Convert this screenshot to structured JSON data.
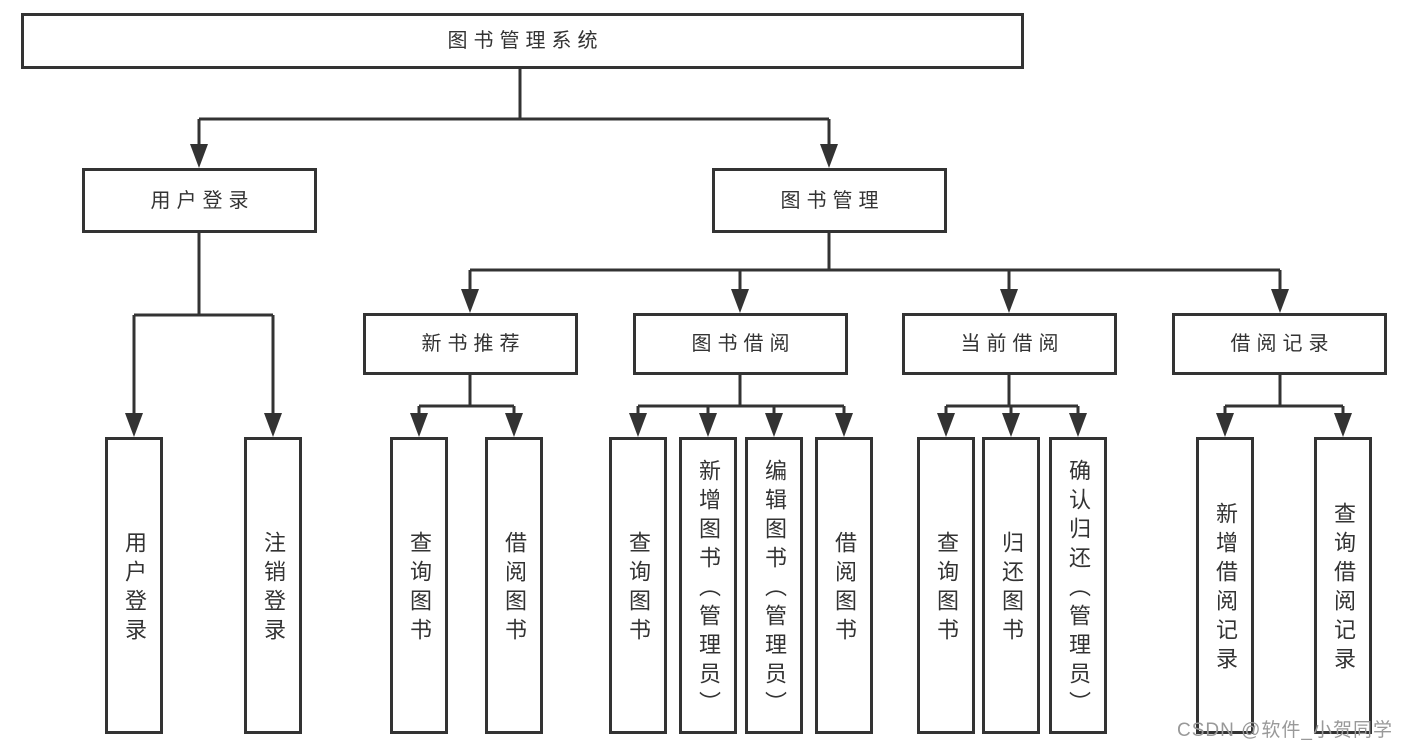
{
  "nodes": {
    "root": "图书管理系统",
    "user_login": "用户登录",
    "book_mgmt": "图书管理",
    "new_book_rec": "新书推荐",
    "book_borrow": "图书借阅",
    "current_borrow": "当前借阅",
    "borrow_record": "借阅记录",
    "leaf_user_login": "用户登录",
    "leaf_logout": "注销登录",
    "leaf_nbr_query": "查询图书",
    "leaf_nbr_borrow": "借阅图书",
    "leaf_bb_query": "查询图书",
    "leaf_bb_add": "新增图书（管理员）",
    "leaf_bb_edit": "编辑图书（管理员）",
    "leaf_bb_borrow": "借阅图书",
    "leaf_cb_query": "查询图书",
    "leaf_cb_return": "归还图书",
    "leaf_cb_confirm": "确认归还（管理员）",
    "leaf_br_add": "新增借阅记录",
    "leaf_br_query": "查询借阅记录"
  },
  "hierarchy": {
    "图书管理系统": {
      "用户登录": [
        "用户登录",
        "注销登录"
      ],
      "图书管理": {
        "新书推荐": [
          "查询图书",
          "借阅图书"
        ],
        "图书借阅": [
          "查询图书",
          "新增图书（管理员）",
          "编辑图书（管理员）",
          "借阅图书"
        ],
        "当前借阅": [
          "查询图书",
          "归还图书",
          "确认归还（管理员）"
        ],
        "借阅记录": [
          "新增借阅记录",
          "查询借阅记录"
        ]
      }
    }
  },
  "watermark": "CSDN @软件_小贺同学",
  "colors": {
    "line": "#333333",
    "text": "#333333",
    "background": "#ffffff",
    "watermark": "#999999"
  }
}
